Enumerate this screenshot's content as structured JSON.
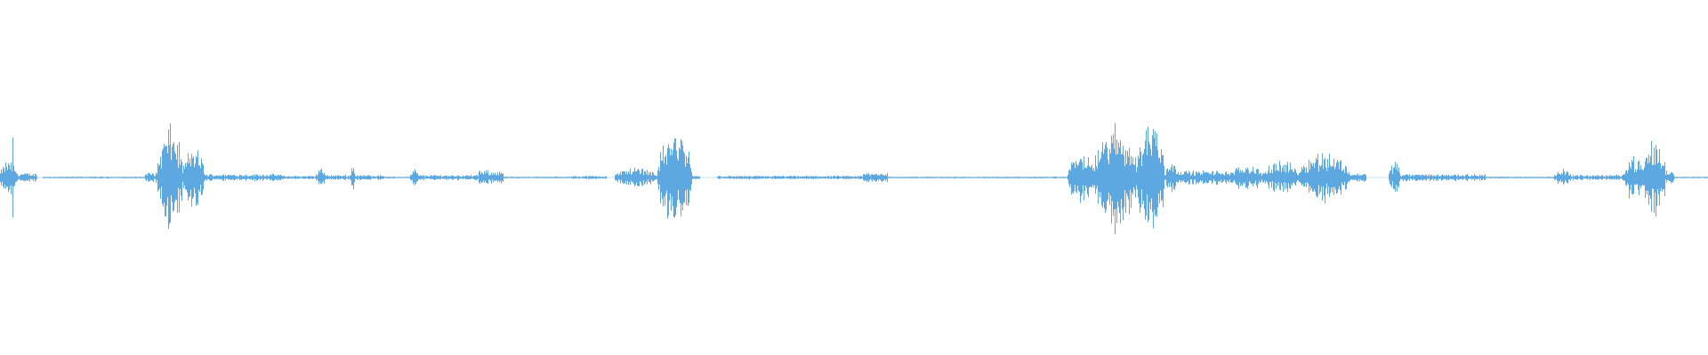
{
  "waveform": {
    "color": "#5DA8E0",
    "segments": [
      [
        0.0,
        0.01,
        0.2
      ],
      [
        0.01,
        0.022,
        0.05
      ],
      [
        0.025,
        0.085,
        0.01
      ],
      [
        0.085,
        0.092,
        0.06
      ],
      [
        0.092,
        0.107,
        0.6
      ],
      [
        0.107,
        0.12,
        0.35
      ],
      [
        0.12,
        0.165,
        0.04
      ],
      [
        0.165,
        0.185,
        0.02
      ],
      [
        0.185,
        0.19,
        0.12
      ],
      [
        0.19,
        0.205,
        0.03
      ],
      [
        0.205,
        0.208,
        0.18
      ],
      [
        0.208,
        0.225,
        0.03
      ],
      [
        0.225,
        0.24,
        0.01
      ],
      [
        0.24,
        0.245,
        0.1
      ],
      [
        0.245,
        0.28,
        0.03
      ],
      [
        0.28,
        0.295,
        0.08
      ],
      [
        0.295,
        0.335,
        0.01
      ],
      [
        0.335,
        0.355,
        0.02
      ],
      [
        0.36,
        0.385,
        0.12
      ],
      [
        0.385,
        0.405,
        0.55
      ],
      [
        0.405,
        0.41,
        0.02
      ],
      [
        0.42,
        0.505,
        0.02
      ],
      [
        0.505,
        0.52,
        0.06
      ],
      [
        0.52,
        0.625,
        0.01
      ],
      [
        0.625,
        0.64,
        0.3
      ],
      [
        0.64,
        0.665,
        0.6
      ],
      [
        0.665,
        0.682,
        0.7
      ],
      [
        0.682,
        0.69,
        0.2
      ],
      [
        0.69,
        0.72,
        0.08
      ],
      [
        0.72,
        0.74,
        0.15
      ],
      [
        0.74,
        0.76,
        0.2
      ],
      [
        0.76,
        0.79,
        0.3
      ],
      [
        0.79,
        0.8,
        0.05
      ],
      [
        0.813,
        0.82,
        0.2
      ],
      [
        0.82,
        0.87,
        0.04
      ],
      [
        0.87,
        0.91,
        0.01
      ],
      [
        0.91,
        0.92,
        0.1
      ],
      [
        0.92,
        0.95,
        0.03
      ],
      [
        0.95,
        0.962,
        0.25
      ],
      [
        0.962,
        0.975,
        0.45
      ],
      [
        0.975,
        0.98,
        0.08
      ],
      [
        0.98,
        1.0,
        0.01
      ]
    ]
  }
}
